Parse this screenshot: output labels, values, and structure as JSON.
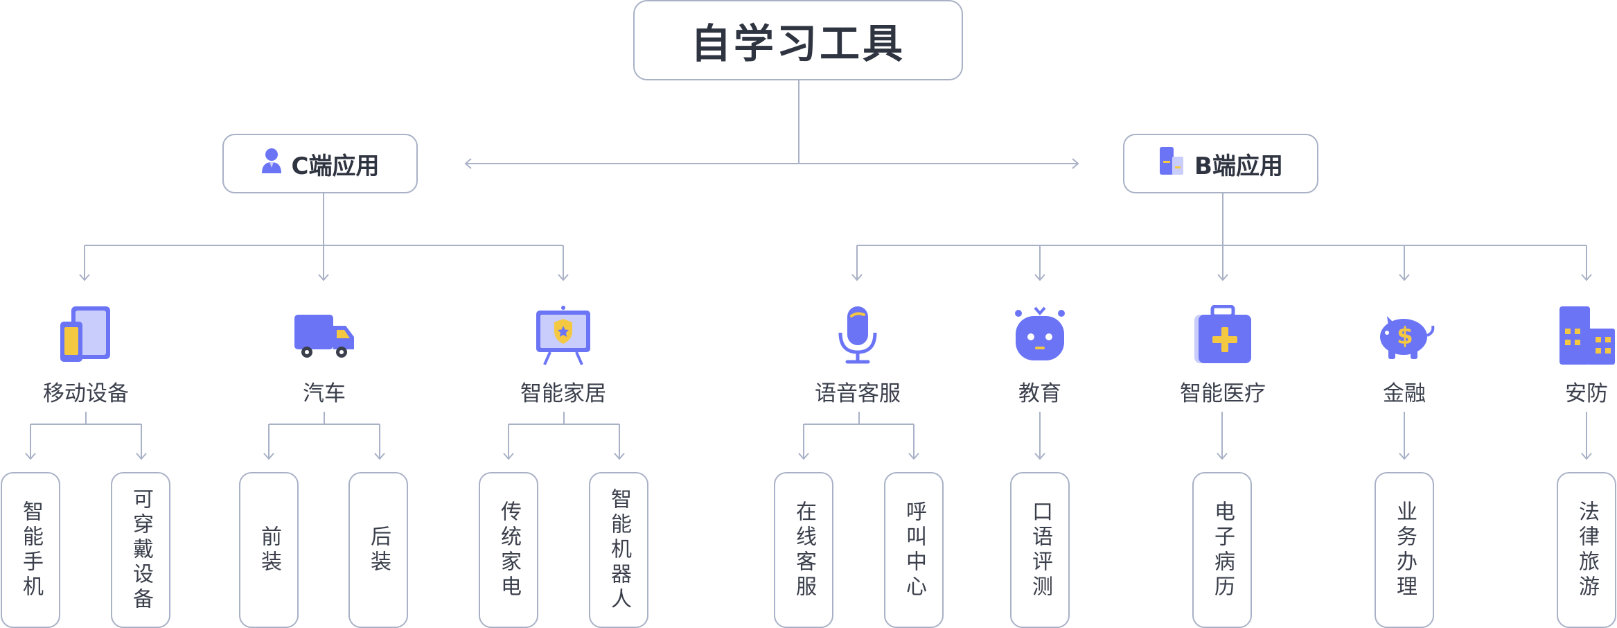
{
  "root": {
    "title": "自学习工具"
  },
  "branches": {
    "c": {
      "label": "C端应用"
    },
    "b": {
      "label": "B端应用"
    }
  },
  "categories": {
    "mobile": {
      "label": "移动设备"
    },
    "car": {
      "label": "汽车"
    },
    "home": {
      "label": "智能家居"
    },
    "voice": {
      "label": "语音客服"
    },
    "edu": {
      "label": "教育"
    },
    "med": {
      "label": "智能医疗"
    },
    "fin": {
      "label": "金融"
    },
    "sec": {
      "label": "安防"
    }
  },
  "leaves": {
    "phone": "智能手机",
    "wearable": "可穿戴设备",
    "front": "前装",
    "after": "后装",
    "appliance": "传统家电",
    "robot": "智能机器人",
    "online": "在线客服",
    "callcenter": "呼叫中心",
    "oral": "口语评测",
    "emr": "电子病历",
    "business": "业务办理",
    "law": "法律旅游"
  },
  "colors": {
    "line": "#a9b1c6",
    "accent": "#6a74f5",
    "accent_light": "#c9cdfb",
    "yellow": "#f5c842"
  }
}
